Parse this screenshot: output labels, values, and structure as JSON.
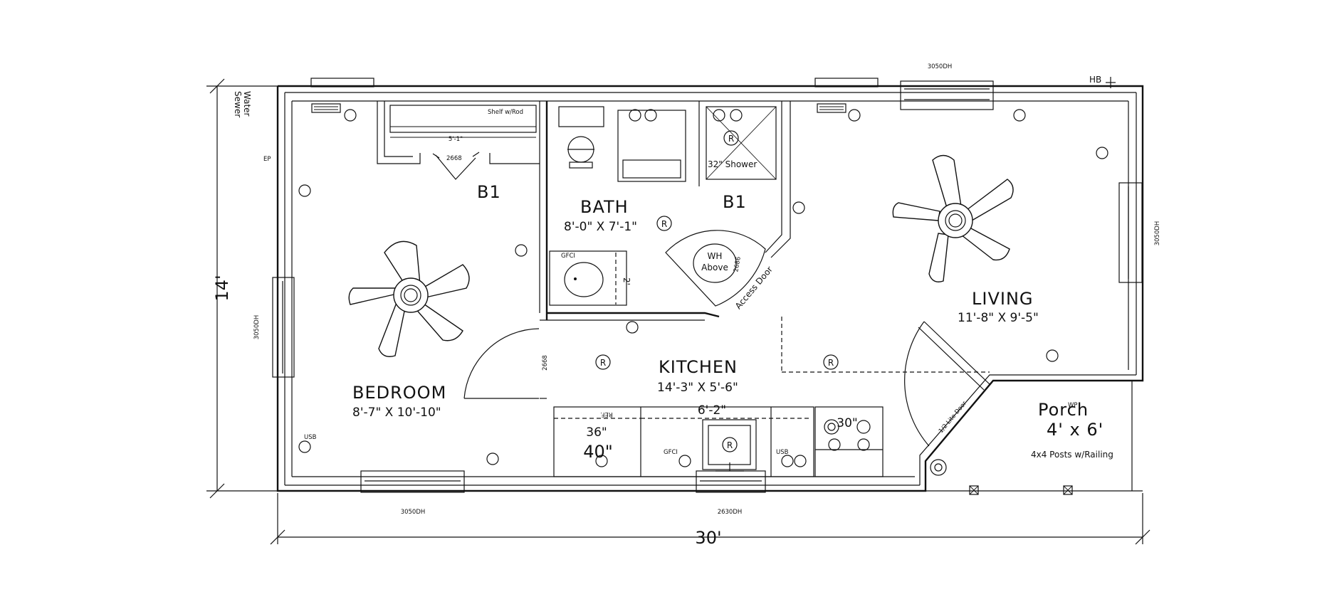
{
  "overall": {
    "width_label": "30'",
    "depth_label": "14'"
  },
  "utilities": {
    "water": "Water",
    "sewer": "Sewer",
    "ep": "EP",
    "hb": "HB"
  },
  "rooms": {
    "bedroom": {
      "name": "BEDROOM",
      "size": "8'-7\" X 10'-10\""
    },
    "bath": {
      "name": "BATH",
      "size": "8'-0\" X 7'-1\""
    },
    "kitchen": {
      "name": "KITCHEN",
      "size": "14'-3\" X 5'-6\""
    },
    "living": {
      "name": "LIVING",
      "size": "11'-8\" X 9'-5\""
    },
    "porch": {
      "name": "Porch",
      "size": "4' x 6'",
      "note": "4x4 Posts w/Railing"
    }
  },
  "closets": {
    "b1_left": "B1",
    "b1_right": "B1",
    "shelf": "Shelf w/Rod",
    "shelf_dim": "5'-1\""
  },
  "doors": {
    "closet": "2668",
    "bath": "2668",
    "access_size": "2686",
    "access": "Access Door",
    "entry": "1/2 Lite Door"
  },
  "windows": {
    "top_right": "3050DH",
    "right": "3050DH",
    "left": "3050DH",
    "bottom_left": "3050DH",
    "bottom_mid": "2630DH"
  },
  "fixtures": {
    "shower": "32\" Shower",
    "wh_line1": "WH",
    "wh_line2": "Above",
    "gfci_bath": "GFCI",
    "vanity_dim": "2'",
    "ref": "REF.",
    "ref_width": "36\"",
    "counter_40": "40\"",
    "counter_62": "6'-2\"",
    "range": "30\"",
    "gfci_kitchen": "GFCI",
    "usb_kitchen": "USB",
    "usb_bedroom": "USB",
    "wp": "WP"
  },
  "symbols": {
    "smoke": "R"
  }
}
